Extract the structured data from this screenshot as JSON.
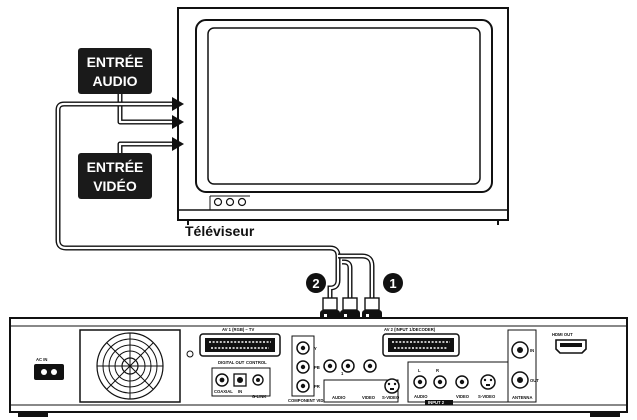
{
  "labels": {
    "audio_input_line1": "ENTRÉE",
    "audio_input_line2": "AUDIO",
    "video_input_line1": "ENTRÉE",
    "video_input_line2": "VIDÉO",
    "tv_caption": "Téléviseur",
    "marker_1": "1",
    "marker_2": "2"
  },
  "panel": {
    "ac_in": "AC IN",
    "av1_label": "AV 1 (RGB) – TV",
    "digital_out": "DIGITAL OUT",
    "control": "CONTROL",
    "coaxial": "COAXIAL",
    "in": "IN",
    "g_link": "G-LINK",
    "component_video_out": "COMPONENT VIDEO OUT",
    "audio": "AUDIO",
    "video": "VIDEO",
    "s_video": "S-VIDEO",
    "av2_label": "AV 2 (INPUT 1/DECODER)",
    "input2": "INPUT 2",
    "hdmi_out": "HDMI OUT",
    "antenna": "ANTENNA",
    "rf_in": "IN",
    "rf_out": "OUT",
    "jack_y": "Y",
    "jack_pb": "PB",
    "jack_pr": "PR",
    "out_1": "1",
    "l": "L",
    "r": "R"
  },
  "colors": {
    "ink": "#111111",
    "label_bg": "#1a1a1a",
    "paper": "#ffffff"
  }
}
